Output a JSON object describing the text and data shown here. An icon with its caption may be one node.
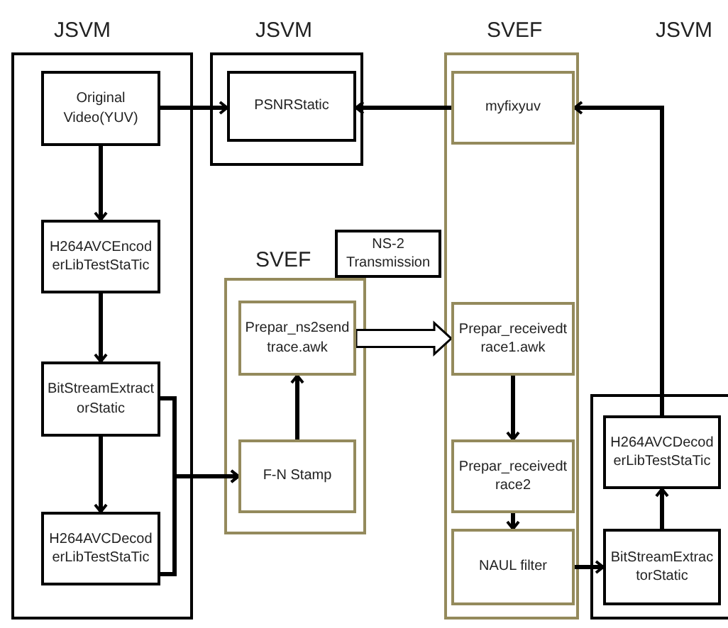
{
  "diagram": {
    "nodes": [
      {
        "text": [
          "JSVM"
        ]
      },
      {
        "text": [
          "Original Video(YUV)"
        ],
        "in": 0
      },
      {
        "text": [
          "H264AVCEncoderLibTestStaTic"
        ],
        "in": 0
      },
      {
        "text": [
          "BitStreamExtractorStatic"
        ],
        "in": 0
      },
      {
        "text": [
          "H264AVCDecoderLibTestStaTic"
        ],
        "in": 0
      },
      {
        "text": [
          "JSVM"
        ]
      },
      {
        "text": [
          "PSNRStatic"
        ],
        "in": 5
      },
      {
        "text": [
          "SVEF"
        ]
      },
      {
        "text": [
          "myfixyuv"
        ],
        "in": 7
      },
      {
        "text": [
          "SVEF"
        ]
      },
      {
        "text": [
          "Prepar_ns2sendtrace.awk"
        ],
        "in": 9
      },
      {
        "text": [
          "F-N Stamp"
        ],
        "in": 9
      },
      {
        "text": [
          "NS-2 Transmission"
        ]
      },
      {
        "text": [
          "Prepar_receivedtrace1.awk"
        ],
        "in": 7
      },
      {
        "text": [
          "Prepar_receivedtrace2"
        ],
        "in": 7
      },
      {
        "text": [
          "NAUL filter"
        ],
        "in": 7
      },
      {
        "text": [],
        "shape": "box"
      },
      {
        "text": [
          "H264AVCDecoderLibTestStaTic"
        ],
        "in": 16
      },
      {
        "text": [
          "BitStreamExtractorStatic"
        ],
        "in": 16
      }
    ],
    "edges": [
      {
        "from": 1,
        "to": 2,
        "arrow": "to"
      },
      {
        "from": 2,
        "to": 3,
        "arrow": "to"
      },
      {
        "from": 3,
        "to": 4,
        "arrow": "to"
      },
      {
        "from": 1,
        "to": 6,
        "arrow": "to"
      },
      {
        "from": 8,
        "to": 6,
        "arrow": "to"
      },
      {
        "from": 3,
        "to": 11,
        "arrow": "to"
      },
      {
        "from": 4,
        "to": 11,
        "arrow": "to"
      },
      {
        "from": 11,
        "to": 10,
        "arrow": "to"
      },
      {
        "from": 10,
        "to": 13,
        "arrow": "to",
        "style": "thick"
      },
      {
        "from": 13,
        "to": 14,
        "arrow": "to"
      },
      {
        "from": 14,
        "to": 15,
        "arrow": "to"
      },
      {
        "from": 15,
        "to": 18,
        "arrow": "to"
      },
      {
        "from": 18,
        "to": 17,
        "arrow": "to"
      },
      {
        "from": 17,
        "to": 8,
        "arrow": "to"
      }
    ],
    "labels": [
      "JSVM"
    ]
  }
}
